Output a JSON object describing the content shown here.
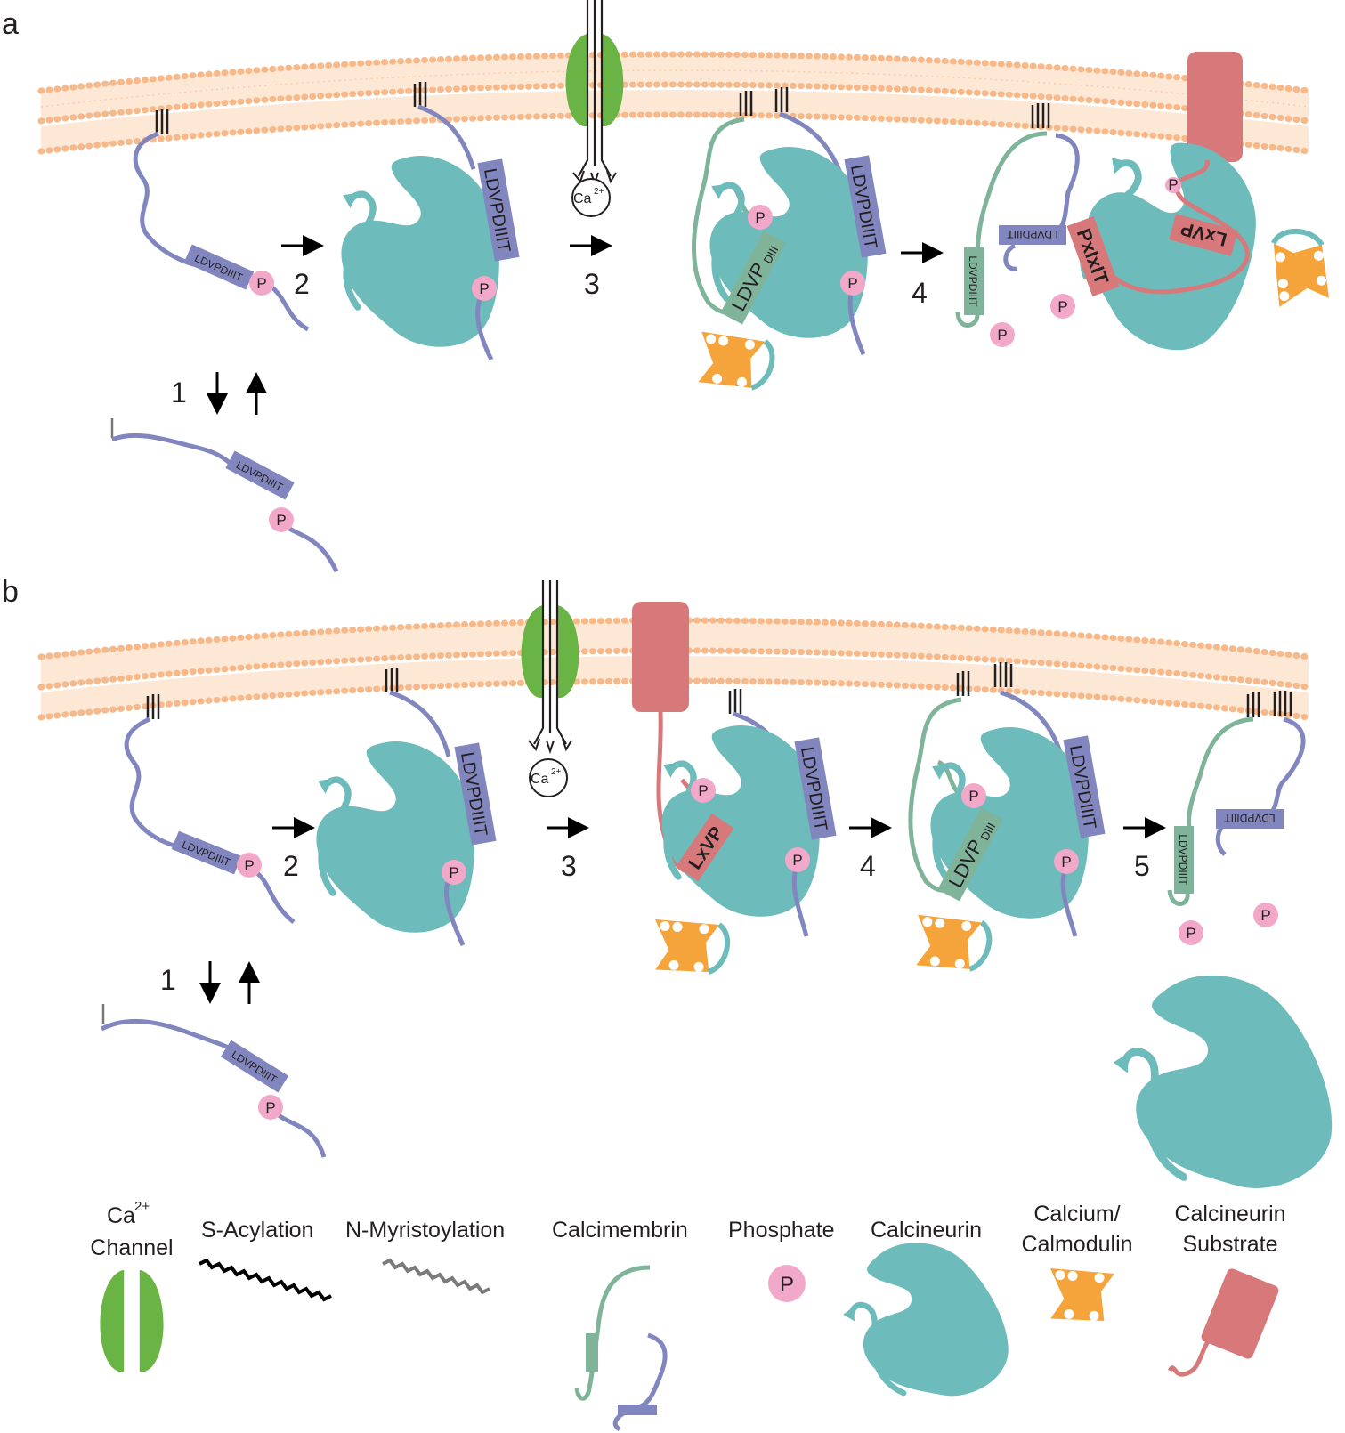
{
  "panels": {
    "a": "a",
    "b": "b"
  },
  "steps": {
    "a": [
      "1",
      "2",
      "3",
      "4"
    ],
    "b": [
      "1",
      "2",
      "3",
      "4",
      "5"
    ]
  },
  "ion": {
    "base": "Ca",
    "charge": "2+"
  },
  "motifs": {
    "long": "LDVPDIIIT",
    "small": "LDVPDIIIT",
    "ldvp": "LDVP",
    "diii": "DIII",
    "lxvp": "LxVP",
    "pxixit": "PxIxIT"
  },
  "phosphate_symbol": "P",
  "legend": {
    "channel_line1_base": "Ca",
    "channel_line1_sup": "2+",
    "channel_line2": "Channel",
    "s_acylation": "S-Acylation",
    "n_myristoylation": "N-Myristoylation",
    "calcimembrin": "Calcimembrin",
    "phosphate": "Phosphate",
    "calcineurin": "Calcineurin",
    "cam_line1": "Calcium/",
    "cam_line2": "Calmodulin",
    "substrate_line1": "Calcineurin",
    "substrate_line2": "Substrate"
  },
  "colors": {
    "membrane": "#f7b98a",
    "calcineurin": "#6dbcbb",
    "calcimembrin_purple": "#8286bf",
    "calcimembrin_green": "#7fb39a",
    "phosphate": "#f2a9c9",
    "calmodulin": "#f4a43a",
    "channel": "#6ab445",
    "substrate": "#d7787a"
  }
}
